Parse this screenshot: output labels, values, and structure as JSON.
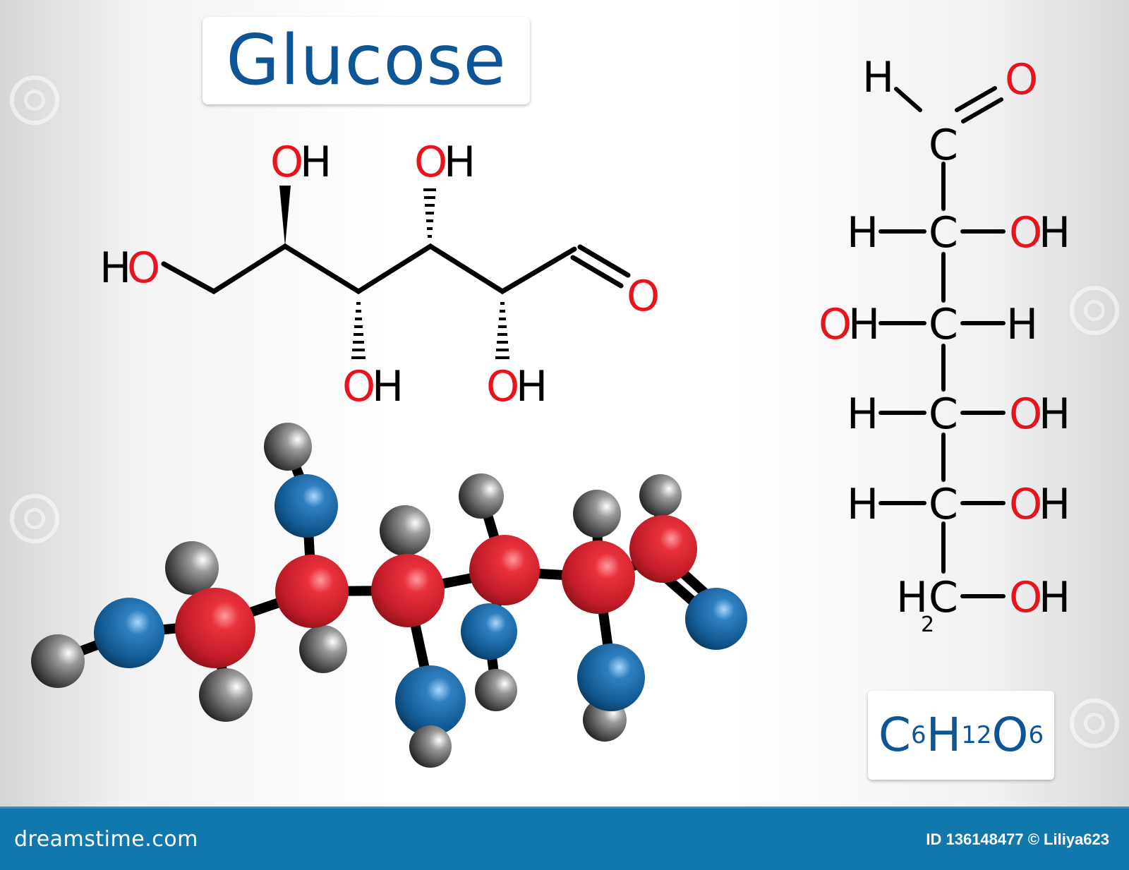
{
  "title": "Glucose",
  "formula": {
    "parts": [
      {
        "element": "C",
        "count": "6"
      },
      {
        "element": "H",
        "count": "12"
      },
      {
        "element": "O",
        "count": "6"
      }
    ]
  },
  "colors": {
    "title_blue": "#0e5595",
    "oxygen_label": "#e8141b",
    "bond": "#000000",
    "ball_carbon": "#d0202c",
    "ball_oxygen": "#0f5a8e",
    "ball_hydrogen": "#555555",
    "footer_bg": "#1178ae"
  },
  "skeletal_formula": {
    "labels": {
      "ho_left": {
        "h": "H",
        "o": "O"
      },
      "oh_top1": {
        "o": "O",
        "h": "H"
      },
      "oh_top2": {
        "o": "O",
        "h": "H"
      },
      "oh_bottom1": {
        "o": "O",
        "h": "H"
      },
      "oh_bottom2": {
        "o": "O",
        "h": "H"
      },
      "aldehyde_o": "O"
    }
  },
  "fischer_projection": {
    "top": {
      "h": "H",
      "c": "C",
      "o": "O"
    },
    "rows": [
      {
        "left": "H",
        "center": "C",
        "right": "OH",
        "left_color": "black",
        "right_color": "red"
      },
      {
        "left": "OH",
        "center": "C",
        "right": "H",
        "left_color": "red",
        "right_color": "black"
      },
      {
        "left": "H",
        "center": "C",
        "right": "OH",
        "left_color": "black",
        "right_color": "red"
      },
      {
        "left": "H",
        "center": "C",
        "right": "OH",
        "left_color": "black",
        "right_color": "red"
      }
    ],
    "bottom": {
      "left": "H",
      "left_sub": "2",
      "center": "C",
      "right": "OH"
    }
  },
  "footer": {
    "brand": "dreamstime.com",
    "credit": "ID 136148477 © Liliya623"
  }
}
